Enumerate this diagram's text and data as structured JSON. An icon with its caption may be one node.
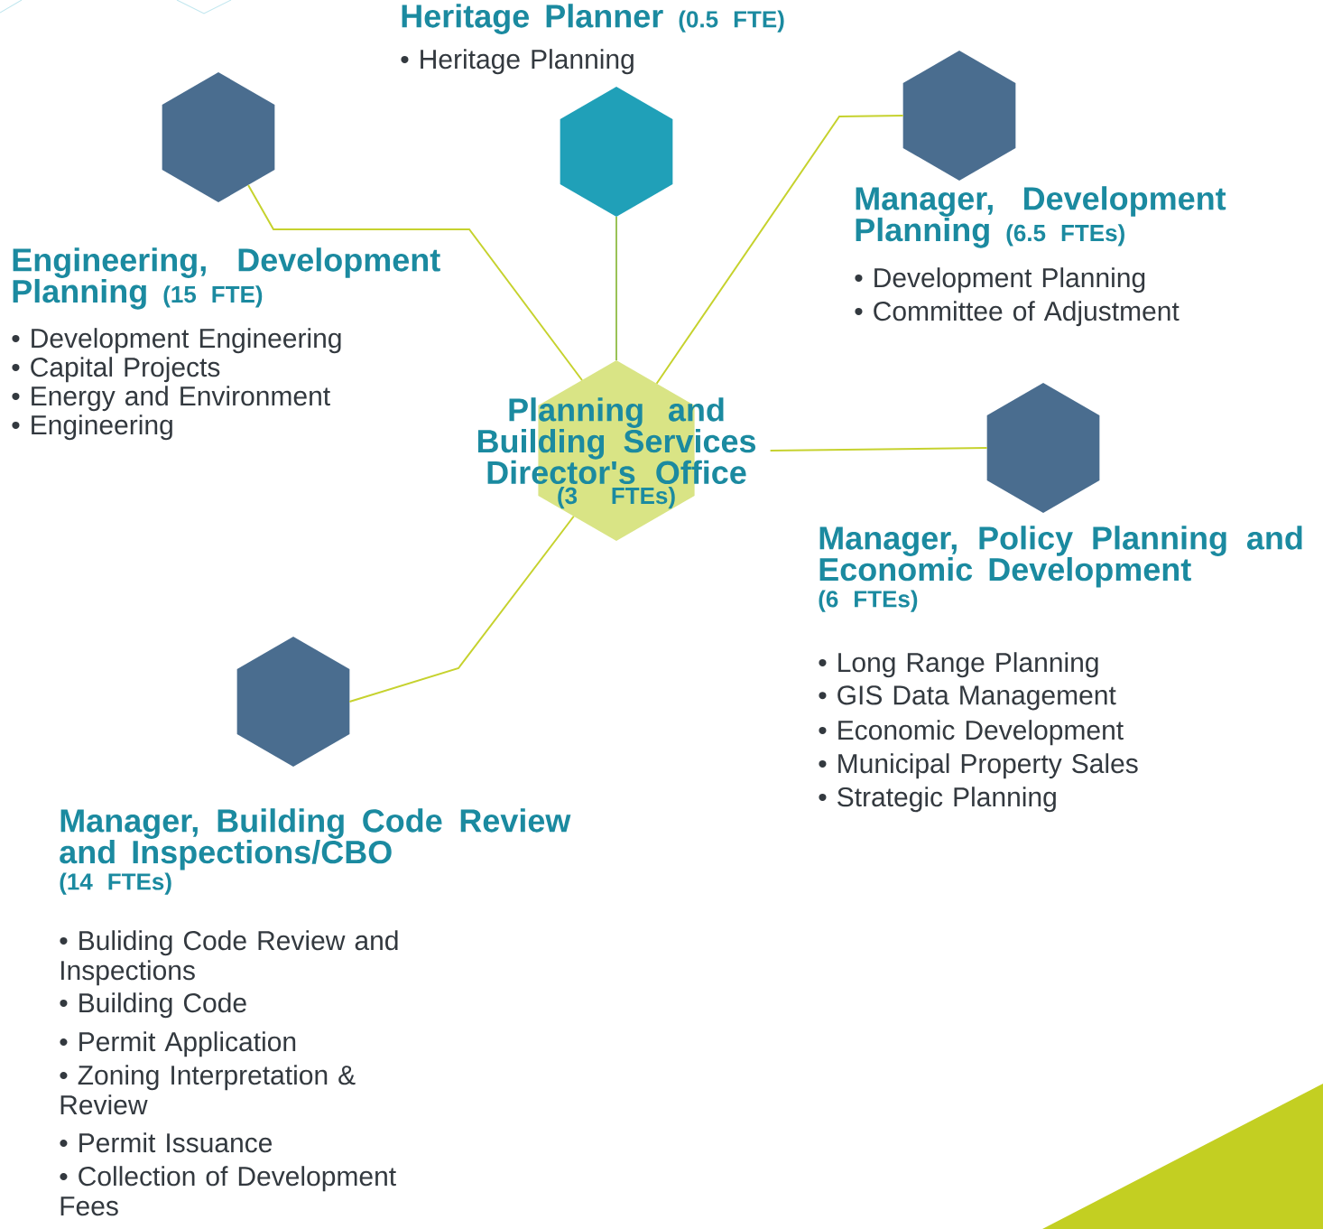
{
  "diagram": {
    "nodes": [
      {
        "text": [
          "Heritage Planner",
          "(0.5 FTE)"
        ],
        "beside": [
          "• Heritage Planning"
        ]
      },
      {
        "text": [
          "Engineering, Development Planning",
          "(15 FTE)"
        ],
        "beside": [
          "• Development Engineering",
          "• Capital Projects",
          "• Energy and Environment",
          "• Engineering"
        ]
      },
      {
        "text": [
          "Manager, Development Planning",
          "(6.5 FTEs)"
        ],
        "beside": [
          "• Development Planning",
          "• Committee of Adjustment"
        ]
      },
      {
        "text": [
          "Planning and Building Services Director's Office",
          "(3 FTEs)"
        ]
      },
      {
        "text": [
          "Manager, Policy Planning and Economic Development",
          "(6 FTEs)"
        ],
        "beside": [
          "• Long Range Planning",
          "• GIS Data Management",
          "• Economic Development",
          "• Municipal Property Sales",
          "• Strategic Planning"
        ]
      },
      {
        "text": [
          "Manager, Building Code Review and Inspections/CBO",
          "(14 FTEs)"
        ],
        "beside": [
          "• Buliding Code Review and Inspections",
          "• Building Code",
          "• Permit Application",
          "• Zoning Interpretation & Review",
          "• Permit Issuance",
          "• Collection of Development Fees"
        ]
      }
    ],
    "edges": [
      {
        "from": 3,
        "to": 0,
        "arrow": "none",
        "color": "#9ac257"
      },
      {
        "from": 3,
        "to": 1,
        "arrow": "none"
      },
      {
        "from": 3,
        "to": 2,
        "arrow": "none"
      },
      {
        "from": 3,
        "to": 4,
        "arrow": "none"
      },
      {
        "from": 3,
        "to": 5,
        "arrow": "none"
      }
    ]
  }
}
